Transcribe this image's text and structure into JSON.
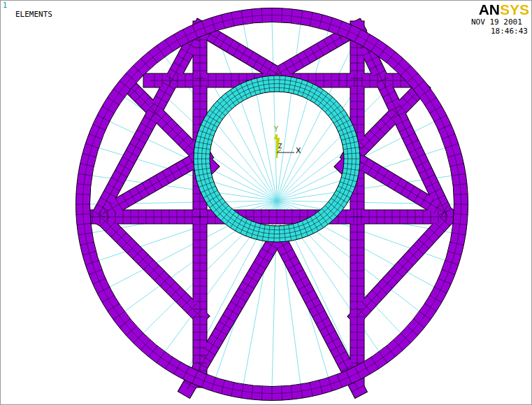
{
  "diagram": {
    "labels": [
      "1",
      "ELEMENTS",
      "ANSYS",
      "NOV 19 2001",
      "18:46:43",
      "Y",
      "Z",
      "X"
    ]
  }
}
